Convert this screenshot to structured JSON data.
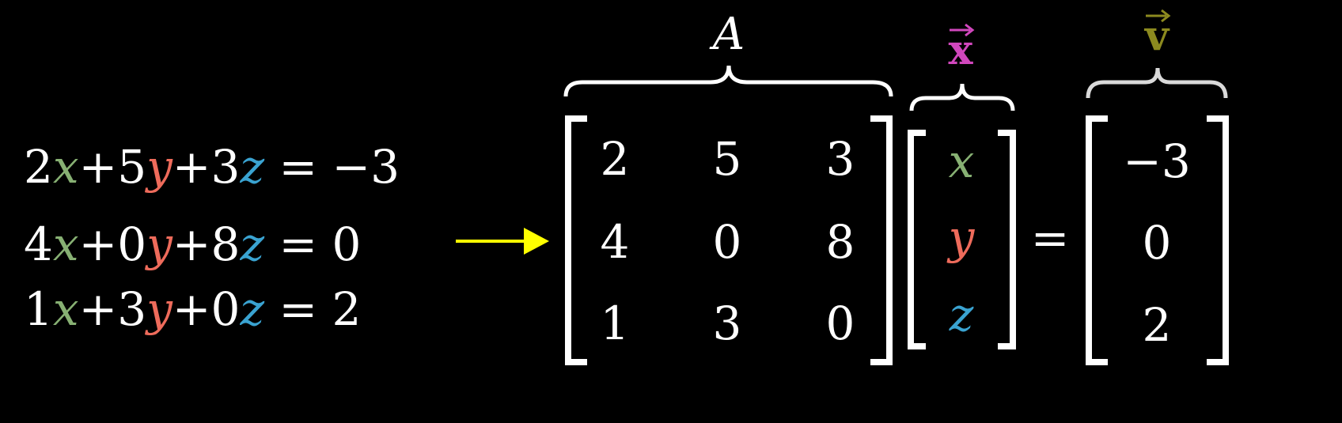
{
  "colors": {
    "background": "#000000",
    "x": "#87b073",
    "y": "#ee6b5b",
    "z": "#3aa3d1",
    "vec_x": "#d147bd",
    "vec_v": "#8c8a1f",
    "arrow": "#ffff00",
    "brace_v": "#d9d9d9"
  },
  "equations": [
    {
      "a": "2",
      "b": "5",
      "c": "3",
      "rhs": "−3"
    },
    {
      "a": "4",
      "b": "0",
      "c": "8",
      "rhs": "0"
    },
    {
      "a": "1",
      "b": "3",
      "c": "0",
      "rhs": "2"
    }
  ],
  "symbols": {
    "plus": "+",
    "equals": "=",
    "var_x": "x",
    "var_y": "y",
    "var_z": "z"
  },
  "matrix_label": "A",
  "matrix": [
    [
      "2",
      "5",
      "3"
    ],
    [
      "4",
      "0",
      "8"
    ],
    [
      "1",
      "3",
      "0"
    ]
  ],
  "vector_x_label": "x",
  "vector_x": [
    "x",
    "y",
    "z"
  ],
  "equals_sign": "=",
  "vector_v_label": "v",
  "vector_v": [
    "−3",
    "0",
    "2"
  ]
}
